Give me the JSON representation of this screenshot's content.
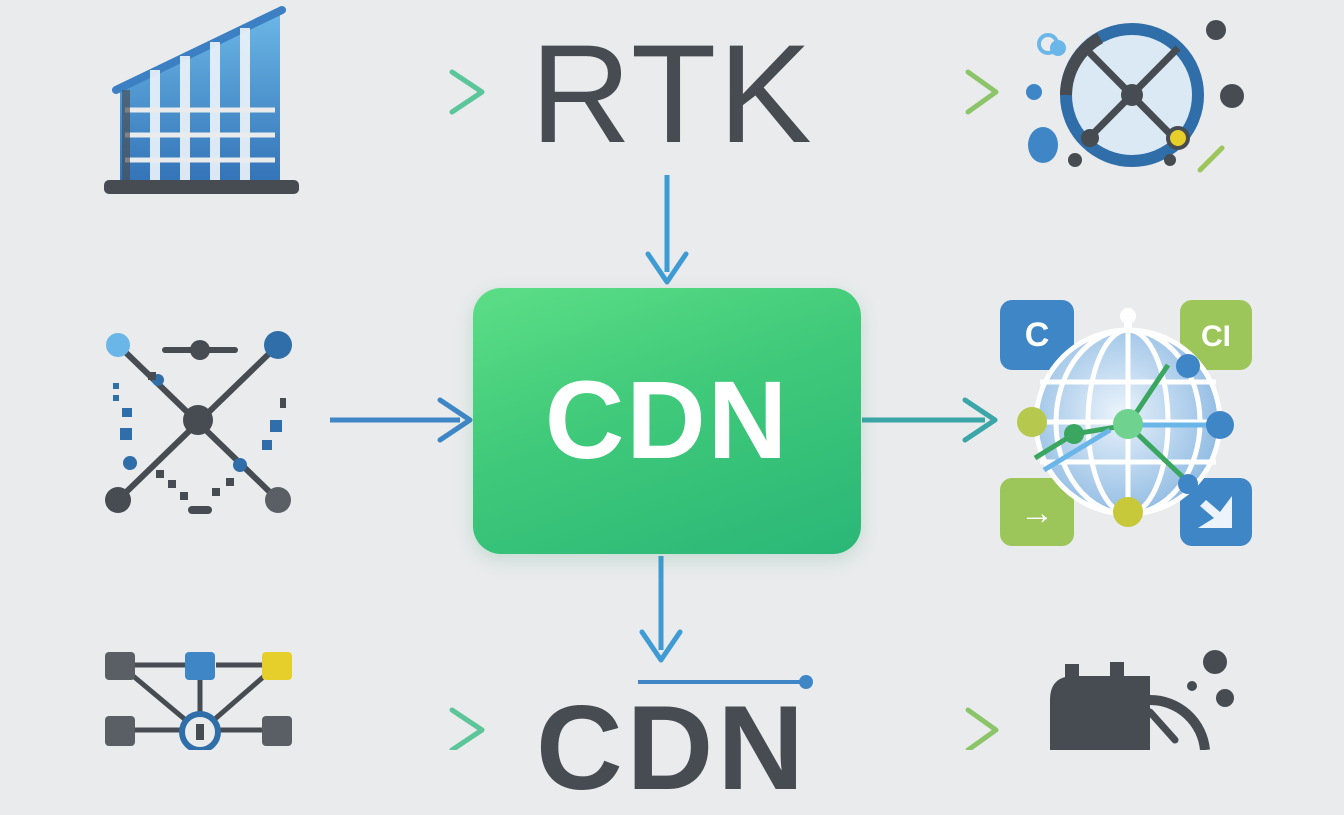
{
  "diagram": {
    "top_node_label": "RTK",
    "center_node_label": "CDN",
    "bottom_node_label": "CDN",
    "right_middle_tiles": {
      "top_left": "C",
      "top_right": "CI",
      "bottom_left": "→"
    }
  },
  "colors": {
    "background": "#e9ebec",
    "dark_gray": "#474b52",
    "blue": "#3f86c6",
    "light_blue": "#6bb6e8",
    "green": "#3fc97a",
    "lime": "#9cc55a",
    "yellow": "#e6cf2a"
  },
  "icons": [
    "building-icon",
    "network-graph-icon",
    "node-hierarchy-icon",
    "satellite-dish-icon",
    "globe-network-icon",
    "plug-gauge-icon"
  ]
}
